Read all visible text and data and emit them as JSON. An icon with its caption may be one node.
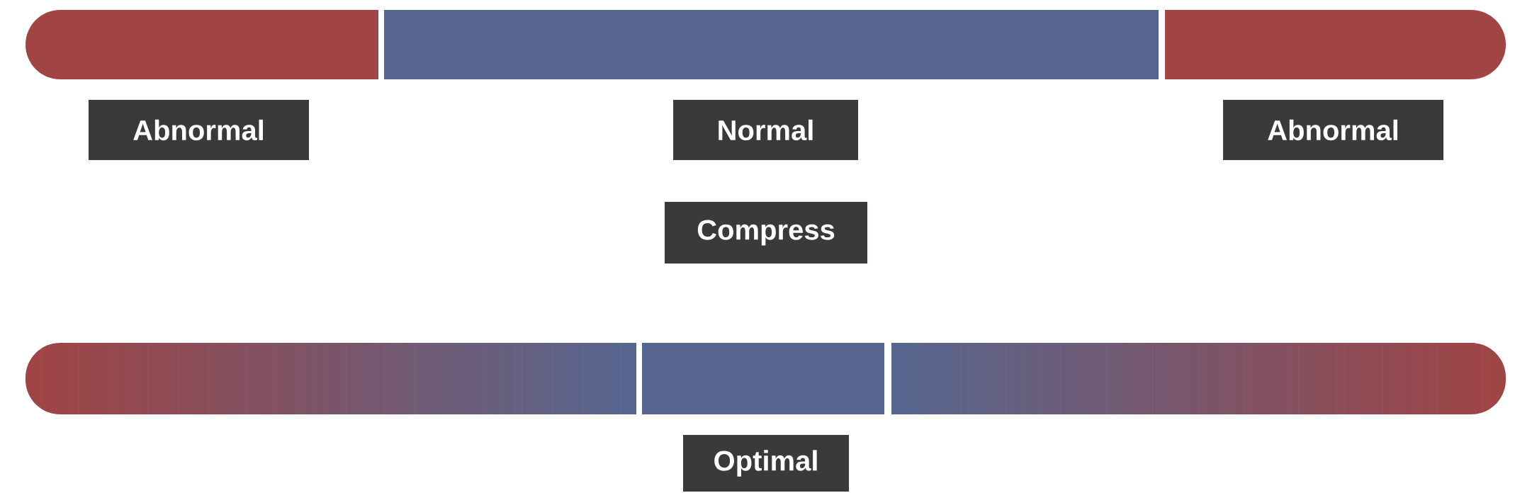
{
  "diagram": {
    "nodes": [
      {
        "text": [
          "Abnormal"
        ]
      },
      {
        "text": [
          "Normal"
        ]
      },
      {
        "text": [
          "Abnormal"
        ]
      },
      {
        "text": [
          "Compress"
        ]
      },
      {
        "text": [
          "Optimal"
        ]
      }
    ]
  }
}
